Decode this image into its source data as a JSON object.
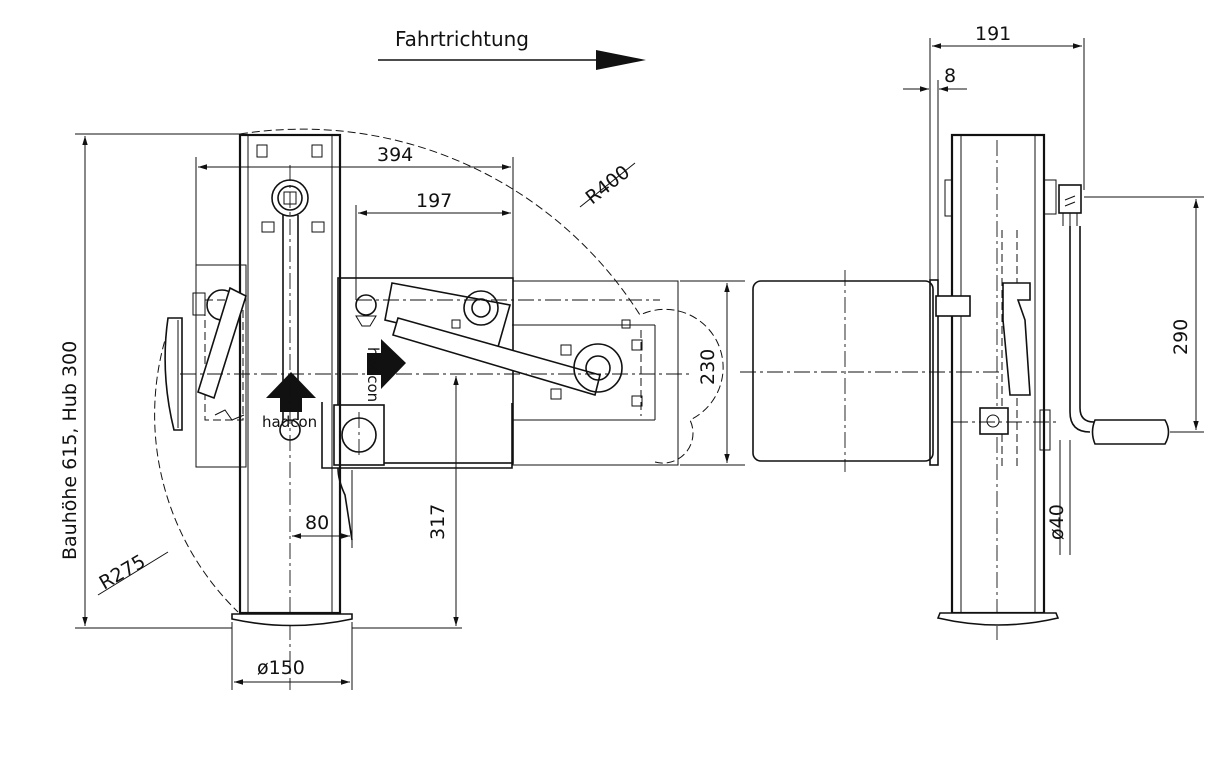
{
  "direction_label": "Fahrtrichtung",
  "dimensions": {
    "d394": "394",
    "d197": "197",
    "r400": "R400",
    "d230": "230",
    "d317": "317",
    "d80": "80",
    "dia150": "ø150",
    "r275": "R275",
    "height": "Bauhöhe  615, Hub 300",
    "d191": "191",
    "d8": "8",
    "d290": "290",
    "dia40": "ø40"
  },
  "logo_text": "hadcon"
}
